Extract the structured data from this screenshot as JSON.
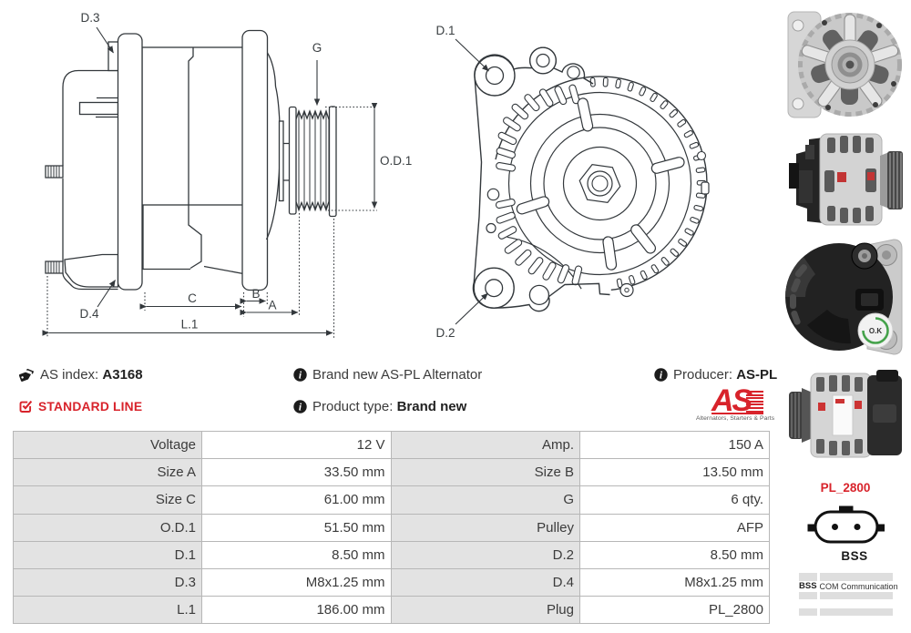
{
  "colors": {
    "accent_red": "#d8232b",
    "drawing_stroke": "#33383c",
    "table_border": "#b5b5b5",
    "table_label_bg": "#e1e1e1",
    "text": "#3b3b3b"
  },
  "drawing": {
    "side_view": {
      "labels": {
        "d3": "D.3",
        "d4": "D.4",
        "g": "G",
        "od1": "O.D.1",
        "c": "C",
        "b": "B",
        "a": "A",
        "l1": "L.1"
      }
    },
    "front_view": {
      "labels": {
        "d1": "D.1",
        "d2": "D.2"
      }
    }
  },
  "info": {
    "as_index": {
      "label": "AS index:",
      "value": "A3168"
    },
    "standard_line": "STANDARD LINE",
    "brand_new": "Brand new AS-PL Alternator",
    "product_type": {
      "label": "Product type:",
      "value": "Brand new"
    },
    "producer": {
      "label": "Producer:",
      "value": "AS-PL"
    }
  },
  "logo": {
    "text": "AS",
    "subtitle": "Alternators, Starters & Parts"
  },
  "specs_table": {
    "rows": [
      {
        "l1": "Voltage",
        "v1": "12 V",
        "l2": "Amp.",
        "v2": "150 A"
      },
      {
        "l1": "Size A",
        "v1": "33.50 mm",
        "l2": "Size B",
        "v2": "13.50 mm"
      },
      {
        "l1": "Size C",
        "v1": "61.00 mm",
        "l2": "G",
        "v2": "6 qty."
      },
      {
        "l1": "O.D.1",
        "v1": "51.50 mm",
        "l2": "Pulley",
        "v2": "AFP"
      },
      {
        "l1": "D.1",
        "v1": "8.50 mm",
        "l2": "D.2",
        "v2": "8.50 mm"
      },
      {
        "l1": "D.3",
        "v1": "M8x1.25 mm",
        "l2": "D.4",
        "v2": "M8x1.25 mm"
      },
      {
        "l1": "L.1",
        "v1": "186.00 mm",
        "l2": "Plug",
        "v2": "PL_2800"
      }
    ]
  },
  "connector": {
    "name": "PL_2800",
    "type_label": "BSS"
  },
  "legend": {
    "key": "BSS",
    "value": "COM Communication"
  },
  "gallery": {
    "sticker_text": "O.K",
    "photos": [
      "alternator-front-photo",
      "alternator-side-pulley-right-photo",
      "alternator-rear-photo",
      "alternator-side-pulley-left-photo"
    ]
  }
}
